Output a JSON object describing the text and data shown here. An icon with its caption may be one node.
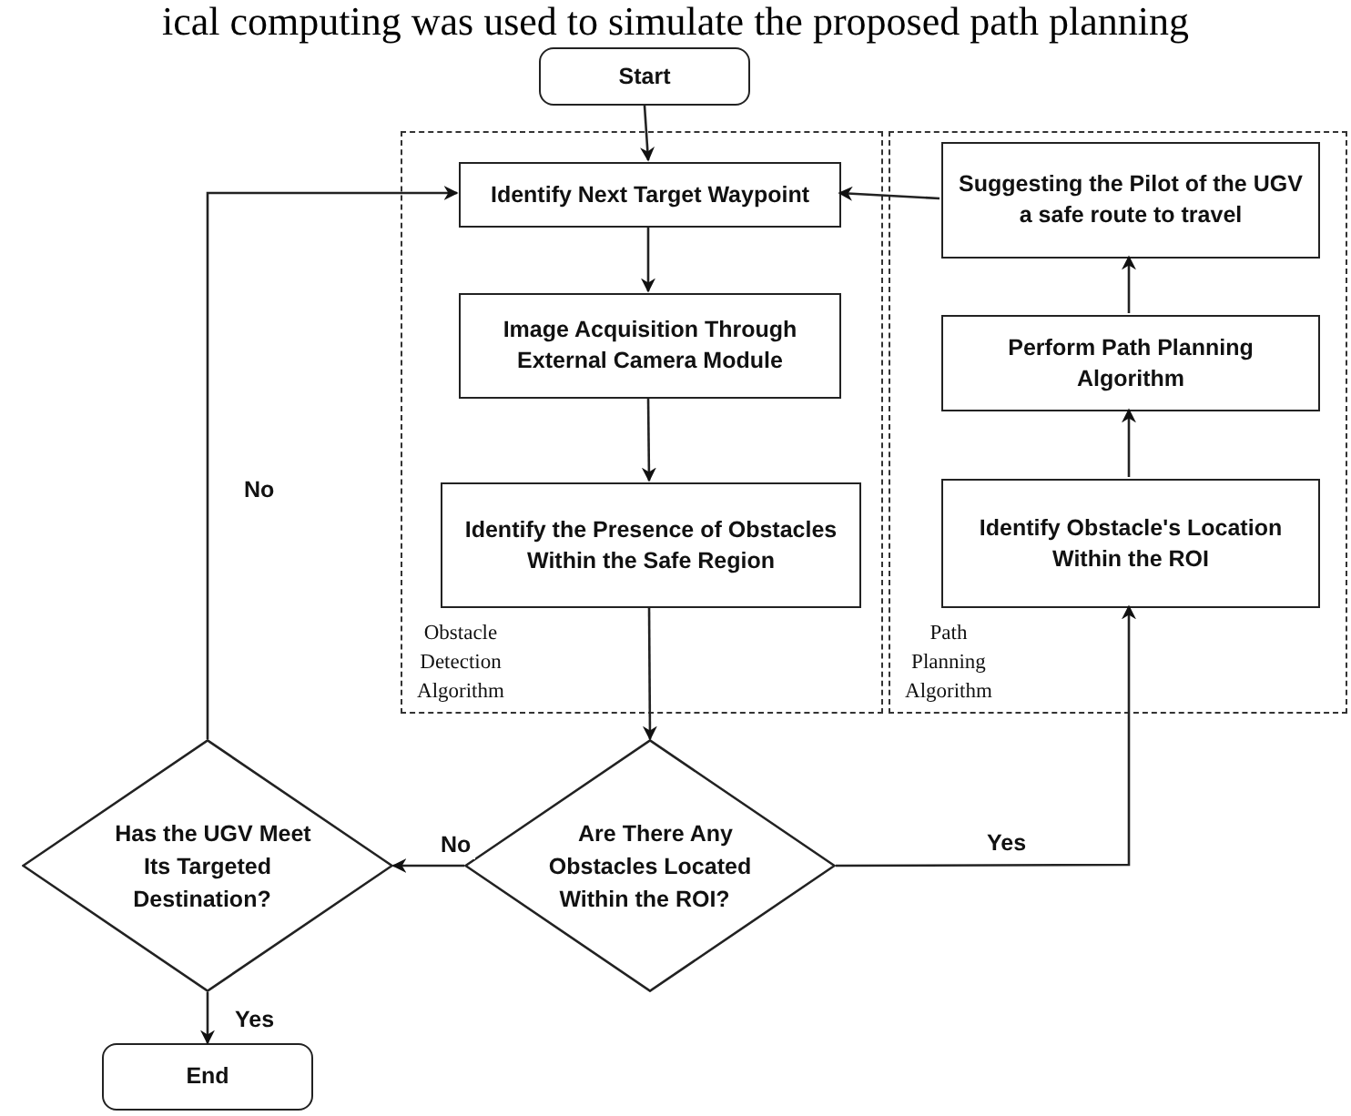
{
  "diagram": {
    "nodes": [
      {
        "text": [
          "Obstacle Detection Algorithm"
        ]
      },
      {
        "text": [
          "Path Planning Algorithm"
        ]
      },
      {
        "text": [
          "Start"
        ]
      },
      {
        "text": [
          "Identify Next Target Waypoint"
        ],
        "in": 0
      },
      {
        "text": [
          "Image Acquisition Through External Camera Module"
        ],
        "in": 0
      },
      {
        "text": [
          "Identify the Presence of Obstacles Within the Safe Region"
        ],
        "in": 0
      },
      {
        "text": [
          "Suggesting the Pilot of the UGV a safe route to travel"
        ],
        "in": 1
      },
      {
        "text": [
          "Perform Path Planning Algorithm"
        ],
        "in": 1
      },
      {
        "text": [
          "Identify Obstacle's Location Within the ROI"
        ],
        "in": 1
      },
      {
        "text": [
          "Are There Any Obstacles Located Within the ROI?"
        ]
      },
      {
        "text": [
          "Has the UGV Meet Its Targeted Destination?"
        ]
      },
      {
        "text": [
          "End"
        ]
      }
    ],
    "edges": [
      {
        "from": 2,
        "to": 3,
        "arrow": "to"
      },
      {
        "from": 3,
        "to": 4,
        "arrow": "to"
      },
      {
        "from": 4,
        "to": 5,
        "arrow": "to"
      },
      {
        "from": 5,
        "to": 9,
        "arrow": "to"
      },
      {
        "from": 9,
        "to": 10,
        "arrow": "to",
        "label": "No"
      },
      {
        "from": 9,
        "to": 8,
        "arrow": "to",
        "label": "Yes"
      },
      {
        "from": 8,
        "to": 7,
        "arrow": "to"
      },
      {
        "from": 7,
        "to": 6,
        "arrow": "to"
      },
      {
        "from": 6,
        "to": 3,
        "arrow": "to"
      },
      {
        "from": 10,
        "to": 3,
        "arrow": "to",
        "label": "No"
      },
      {
        "from": 10,
        "to": 11,
        "arrow": "to",
        "label": "Yes"
      }
    ],
    "labels": [
      "ical computing was used to simulate the proposed path planning"
    ]
  }
}
